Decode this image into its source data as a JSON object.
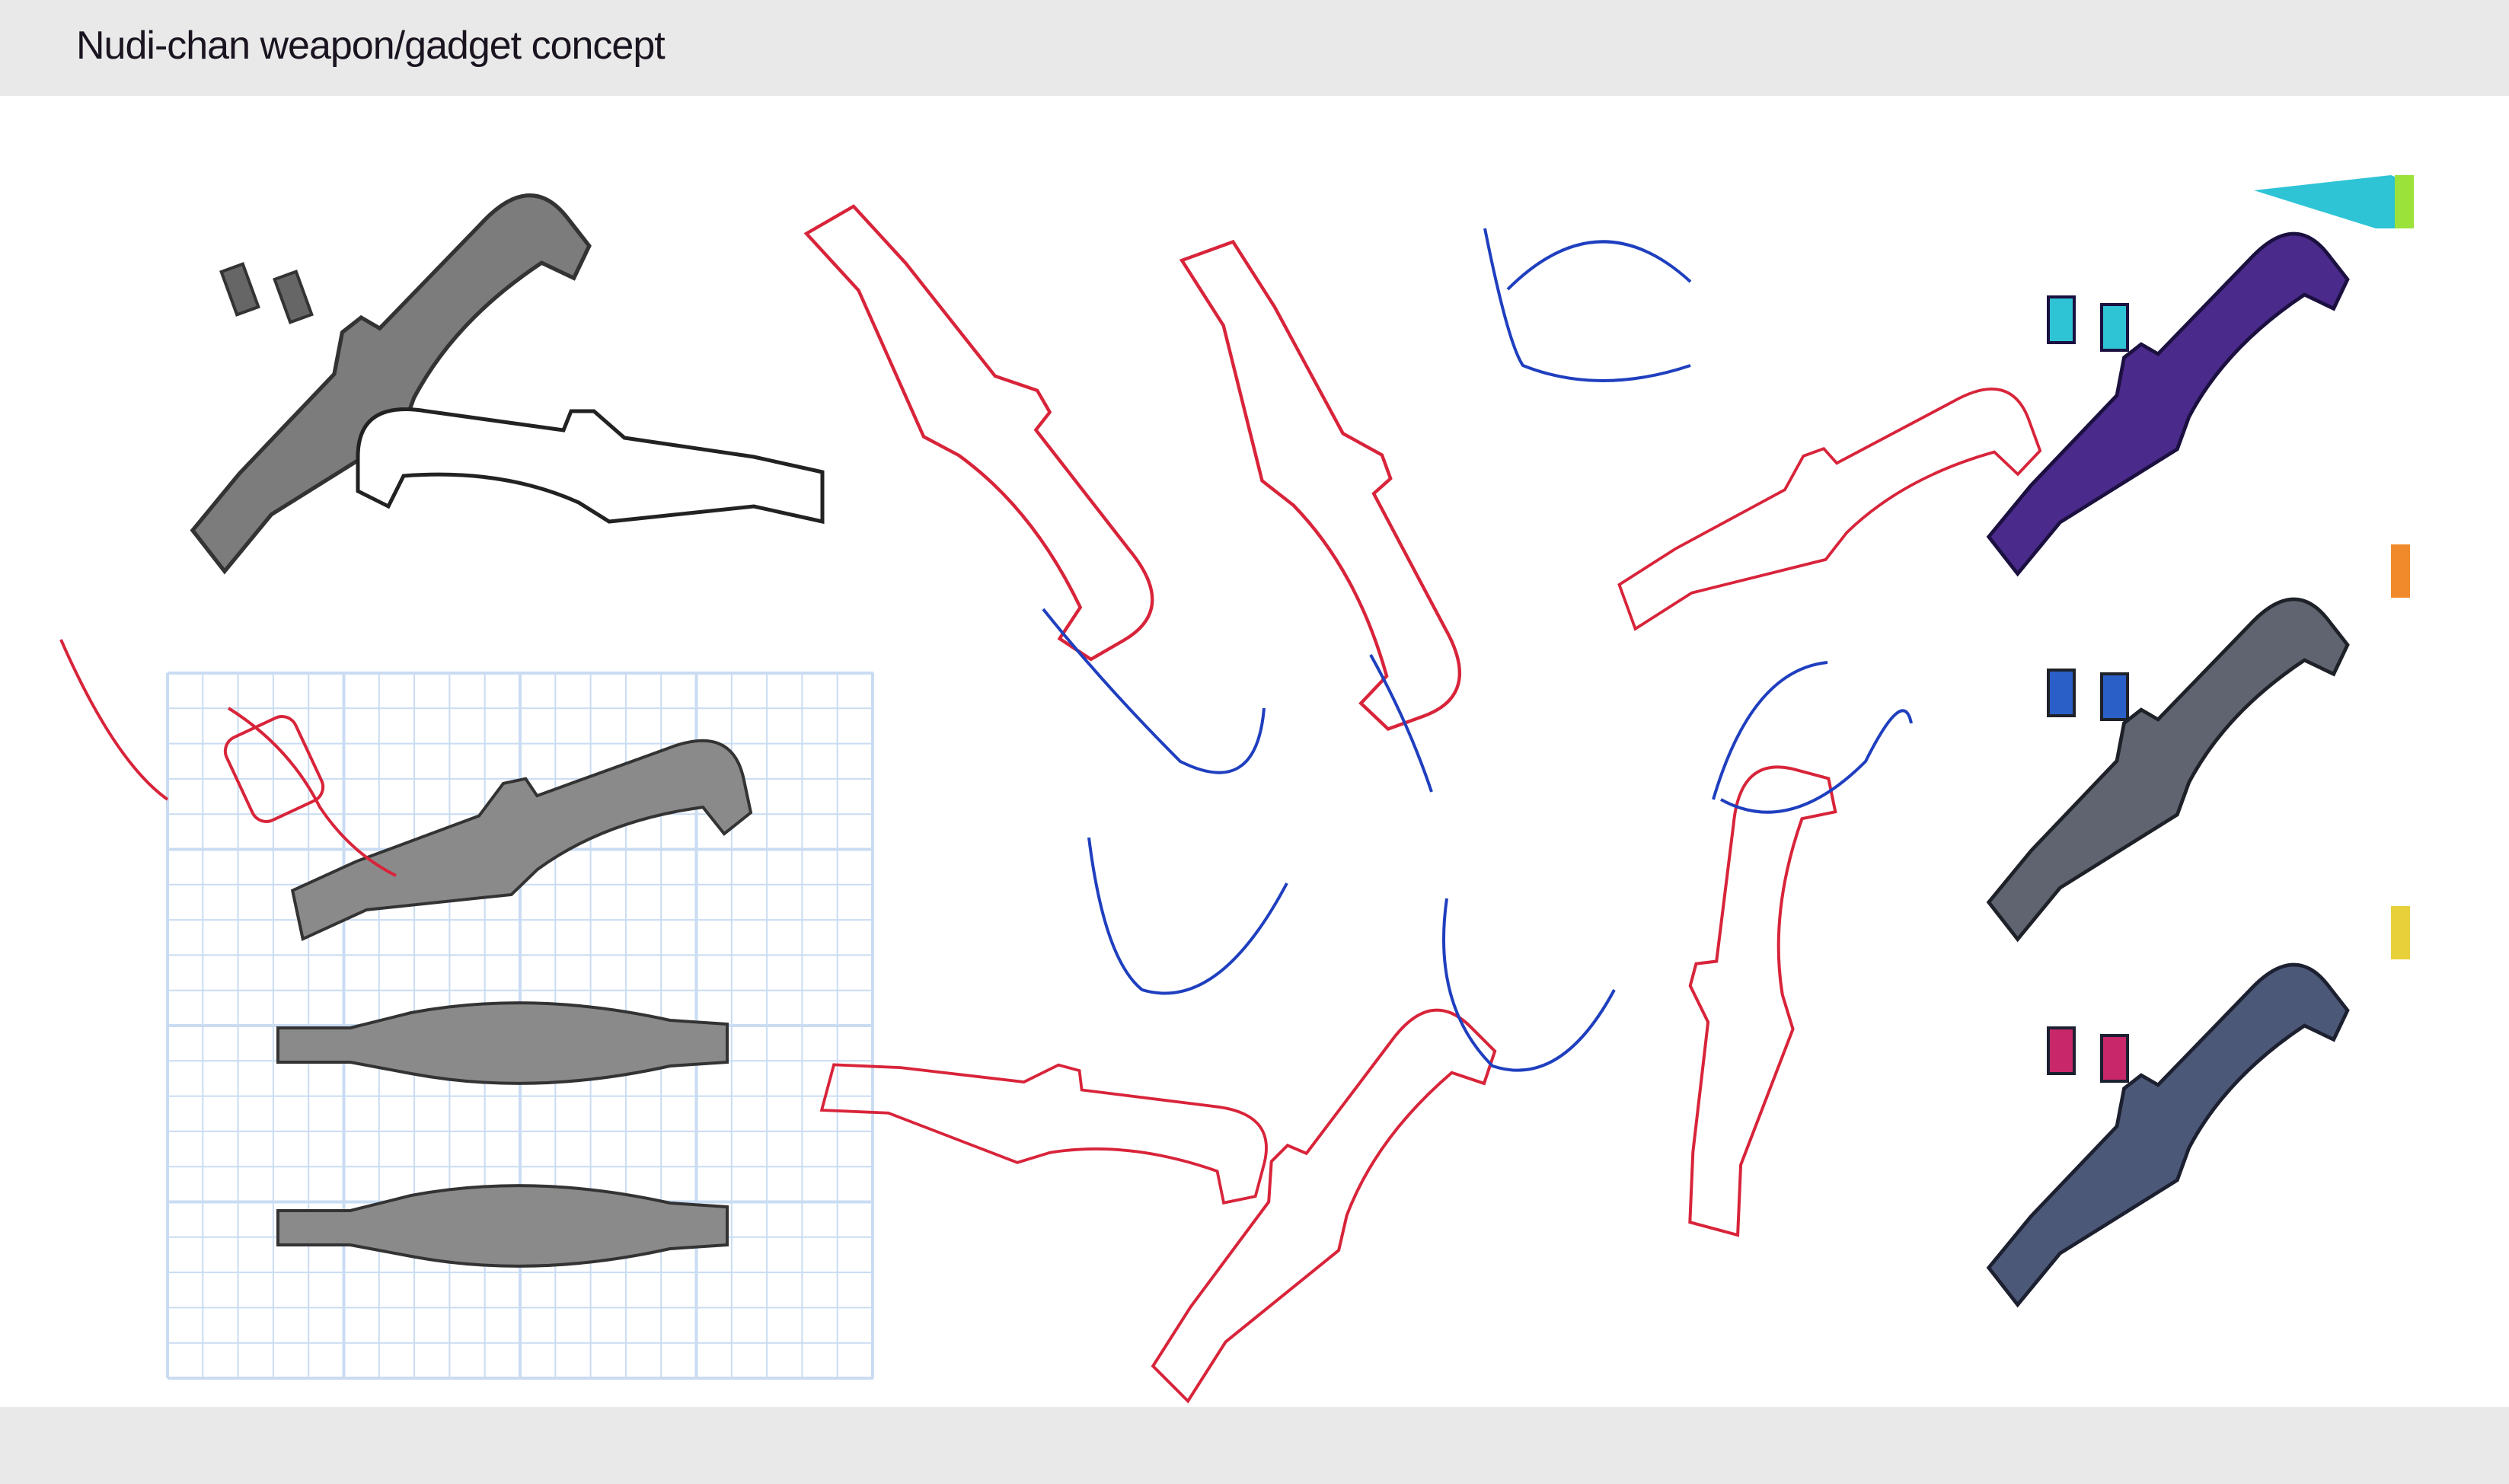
{
  "header": {
    "title": "Nudi-chan weapon/gadget concept"
  },
  "colors": {
    "background_bar": "#e9e9e9",
    "grid_line": "#c9dcf2",
    "sketch_red": "#d8243a",
    "sketch_blue": "#1f3fbf",
    "gadget_grey": "#8a8a8a",
    "variant_1": [
      "#4a2a8a",
      "#2ec4d6",
      "#9be23a"
    ],
    "variant_2": [
      "#5f6470",
      "#f08a2a",
      "#2a5fc8"
    ],
    "variant_3": [
      "#4c5878",
      "#e8d03a",
      "#c8286a"
    ]
  },
  "sections": [
    "grey-shaded-renders",
    "orthographic-grid-views",
    "hand-pose-sketches",
    "color-variants"
  ]
}
